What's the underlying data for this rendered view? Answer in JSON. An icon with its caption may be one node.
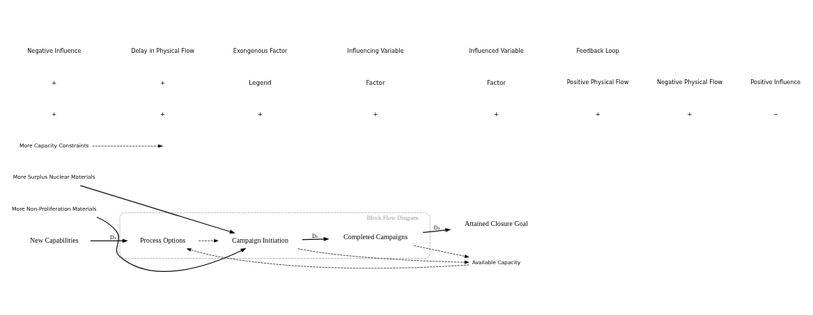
{
  "diagram": {
    "nodes": [
      {
        "text": [
          "Block Flow Diagram"
        ]
      },
      {
        "text": [
          "New Capabilities"
        ]
      },
      {
        "text": [
          "Process Options"
        ],
        "in": 0
      },
      {
        "text": [
          "Campaign Initiation"
        ],
        "in": 0
      },
      {
        "text": [
          "Completed Campaigns"
        ],
        "in": 0
      },
      {
        "text": [
          "Attained Closure Goal"
        ]
      },
      {
        "text": [
          "More Surplus Nuclear Materials"
        ]
      },
      {
        "text": [
          "More Non-Proliferation Materials"
        ]
      },
      {
        "text": [
          "More Capacity Constraints"
        ]
      },
      {
        "text": [
          "Available Capacity"
        ]
      }
    ],
    "edges": [
      {
        "from": 1,
        "to": 2,
        "arrow": "to",
        "label": "D₁"
      },
      {
        "from": 2,
        "to": 3,
        "arrow": "to",
        "style": "dashed"
      },
      {
        "from": 3,
        "to": 4,
        "arrow": "to",
        "label": "D₂"
      },
      {
        "from": 4,
        "to": 5,
        "arrow": "to",
        "label": "D₃"
      },
      {
        "from": 6,
        "to": 3,
        "arrow": "to"
      },
      {
        "from": 7,
        "to": 3,
        "arrow": "to"
      },
      {
        "from": 8,
        "to": null,
        "arrow": "to",
        "style": "dashed"
      },
      {
        "from": 3,
        "to": 9,
        "arrow": "to",
        "style": "dashed"
      },
      {
        "from": 4,
        "to": 9,
        "arrow": "to",
        "style": "dashed"
      },
      {
        "from": 9,
        "to": 2,
        "arrow": "to",
        "style": "dashed"
      }
    ],
    "labels": [
      "+",
      "+",
      "+",
      "+",
      "+",
      "+",
      "+",
      "−",
      "+",
      "+",
      "Legend",
      "Factor",
      "Factor"
    ],
    "legend": [
      {
        "text": "Positive Physical Flow"
      },
      {
        "text": "Negative Physical Flow"
      },
      {
        "text": "Positive Influence"
      },
      {
        "text": "Negative Influence"
      },
      {
        "text": "Delay in Physical Flow"
      },
      {
        "text": "Exongenous Factor"
      },
      {
        "text": "Influencing Variable"
      },
      {
        "text": "Influenced Variable"
      },
      {
        "text": "Feedback Loop"
      }
    ]
  }
}
